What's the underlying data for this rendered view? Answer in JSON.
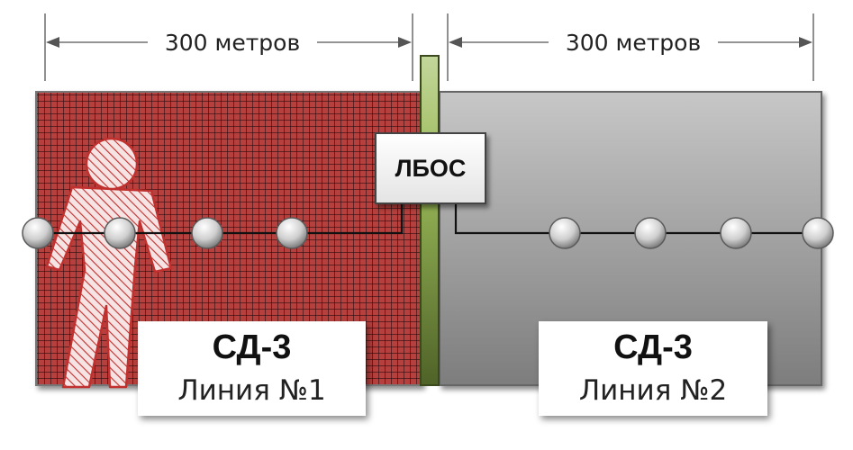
{
  "zone_left": {
    "distance_label": "300 метров",
    "title": "СД-3",
    "line_label": "Линия №1"
  },
  "zone_right": {
    "distance_label": "300 метров",
    "title": "СД-3",
    "line_label": "Линия №2"
  },
  "lbos_label": "ЛБОС",
  "colors": {
    "left_zone_fill": "#b5403c",
    "left_zone_grid": "#2a0c0c",
    "right_zone_top": "#c7c7c7",
    "right_zone_bottom": "#7d7d7d",
    "pole_fill": "#c3d69b",
    "pole_dark": "#4f6228",
    "intruder_stroke": "#c0302e",
    "intruder_fill": "#f6e3e3"
  }
}
